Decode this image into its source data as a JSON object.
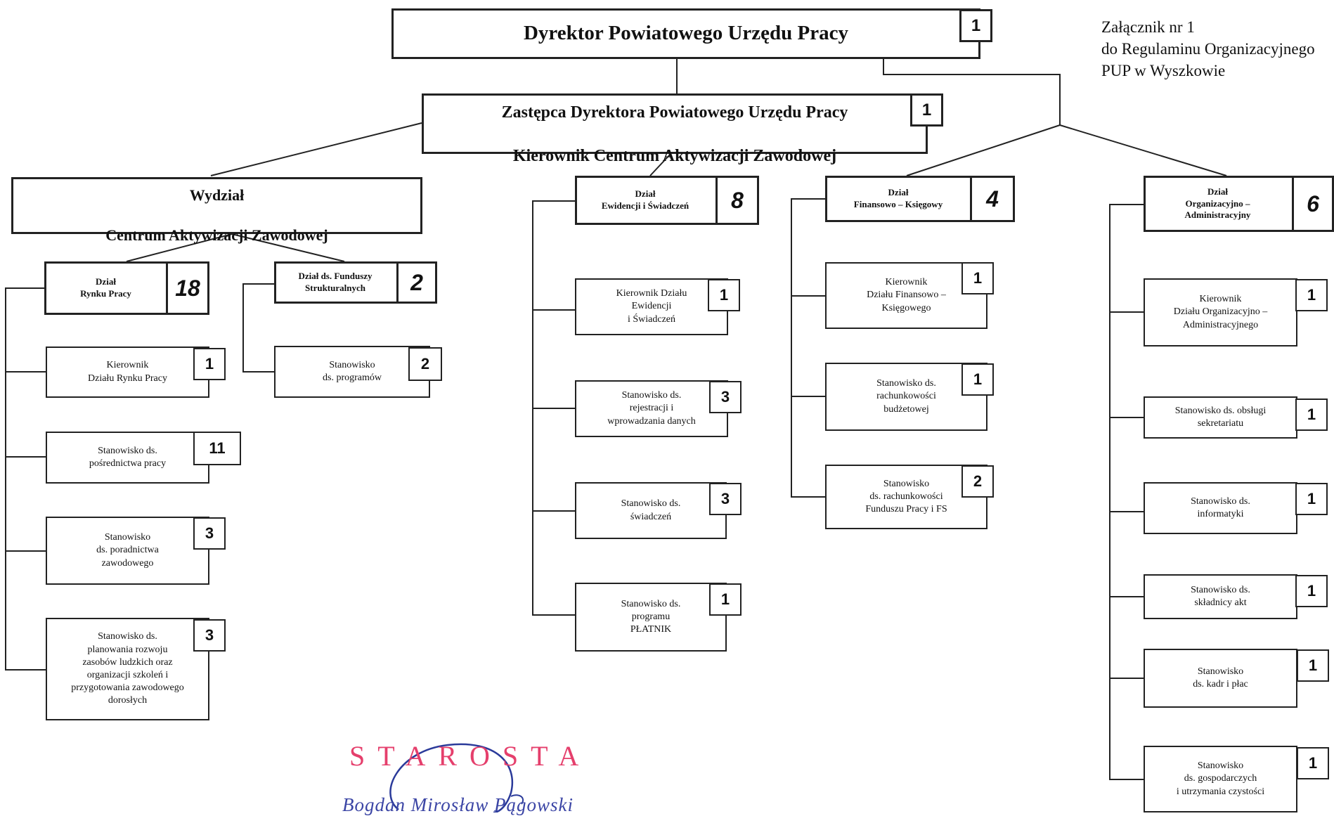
{
  "annex": {
    "line1": "Załącznik nr 1",
    "line2": "do Regulaminu Organizacyjnego",
    "line3": "PUP w Wyszkowie"
  },
  "director": {
    "title": "Dyrektor Powiatowego Urzędu Pracy",
    "count": "1"
  },
  "deputy": {
    "line1": "Zastępca Dyrektora Powiatowego Urzędu Pracy",
    "line2": "Kierownik Centrum Aktywizacji Zawodowej",
    "count": "1"
  },
  "cazDivision": {
    "line1": "Wydział",
    "line2": "Centrum Aktywizacji Zawodowej"
  },
  "rynekPracy": {
    "name": "Dział\nRynku Pracy",
    "count": "18",
    "positions": [
      {
        "label": "Kierownik\nDziału Rynku Pracy",
        "count": "1"
      },
      {
        "label": "Stanowisko ds.\npośrednictwa pracy",
        "count": "11"
      },
      {
        "label": "Stanowisko\nds. poradnictwa\nzawodowego",
        "count": "3"
      },
      {
        "label": "Stanowisko ds.\nplanowania rozwoju\nzasobów ludzkich oraz\norganizacji szkoleń i\nprzygotowania zawodowego\ndorosłych",
        "count": "3"
      }
    ]
  },
  "funduszeStrukturalne": {
    "name": "Dział ds. Funduszy\nStrukturalnych",
    "count": "2",
    "positions": [
      {
        "label": "Stanowisko\nds. programów",
        "count": "2"
      }
    ]
  },
  "ewidencja": {
    "name": "Dział\nEwidencji i Świadczeń",
    "count": "8",
    "positions": [
      {
        "label": "Kierownik Działu\nEwidencji\ni Świadczeń",
        "count": "1"
      },
      {
        "label": "Stanowisko ds.\nrejestracji i\nwprowadzania danych",
        "count": "3"
      },
      {
        "label": "Stanowisko ds.\nświadczeń",
        "count": "3"
      },
      {
        "label": "Stanowisko ds.\nprogramu\nPŁATNIK",
        "count": "1"
      }
    ]
  },
  "finanse": {
    "name": "Dział\nFinansowo – Księgowy",
    "count": "4",
    "positions": [
      {
        "label": "Kierownik\nDziału Finansowo –\nKsięgowego",
        "count": "1"
      },
      {
        "label": "Stanowisko ds.\nrachunkowości\nbudżetowej",
        "count": "1"
      },
      {
        "label": "Stanowisko\nds. rachunkowości\nFunduszu Pracy i FS",
        "count": "2"
      }
    ]
  },
  "organizacyjny": {
    "name": "Dział\nOrganizacyjno –\nAdministracyjny",
    "count": "6",
    "positions": [
      {
        "label": "Kierownik\nDziału Organizacyjno –\nAdministracyjnego",
        "count": "1"
      },
      {
        "label": "Stanowisko ds. obsługi\nsekretariatu",
        "count": "1"
      },
      {
        "label": "Stanowisko ds.\ninformatyki",
        "count": "1"
      },
      {
        "label": "Stanowisko ds.\nskładnicy akt",
        "count": "1"
      },
      {
        "label": "Stanowisko\nds. kadr i płac",
        "count": "1"
      },
      {
        "label": "Stanowisko\nds. gospodarczych\ni utrzymania czystości",
        "count": "1"
      }
    ]
  },
  "stamp": {
    "title": "STAROSTA",
    "name": "Bogdan Mirosław Pągowski"
  }
}
